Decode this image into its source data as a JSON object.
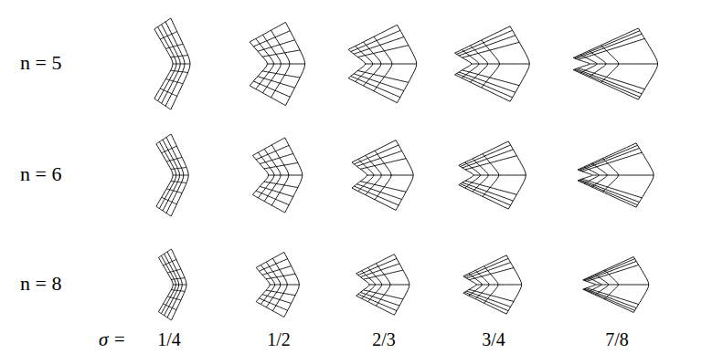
{
  "diagram": {
    "labels": [
      "n = 5",
      "n = 6",
      "n = 8",
      "σ =",
      "1/4",
      "1/2",
      "2/3",
      "3/4",
      "7/8"
    ]
  }
}
